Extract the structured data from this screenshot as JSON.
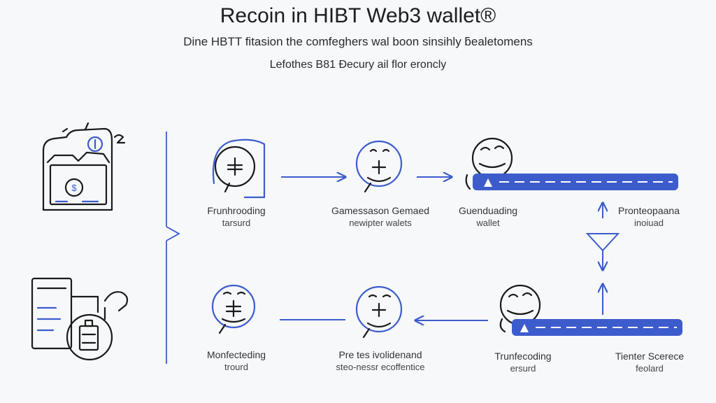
{
  "header": {
    "title": "Recoin in HIBT Web3 wallet®",
    "subtitle": "Dine HBTT fitasion the comfeghers wal boon sinsihly ƃealetomens",
    "subtitle2": "Lefothes B81 Ðecury ail flor eroncly"
  },
  "steps": [
    {
      "id": "top-1",
      "line1": "Frunhrooding",
      "line2": "tarsurd",
      "icon": "wallet-plus-face-icon"
    },
    {
      "id": "top-2",
      "line1": "Gamessason Gemaed",
      "line2": "newipter walets",
      "icon": "smile-plus-face-icon"
    },
    {
      "id": "top-3",
      "line1": "Guenduading",
      "line2": "wallet",
      "icon": "smiling-face-icon"
    },
    {
      "id": "top-4",
      "line1": "Pronteopaana",
      "line2": "inoiuad",
      "icon": ""
    },
    {
      "id": "bot-1",
      "line1": "Monfecteding",
      "line2": "trourd",
      "icon": "smile-plus-face-icon"
    },
    {
      "id": "bot-2",
      "line1": "Pre tes ivolidenand",
      "line2": "steo-nessr ecoffentice",
      "icon": "smile-plus-face-icon"
    },
    {
      "id": "bot-3",
      "line1": "Trunfecoding",
      "line2": "ersurd",
      "icon": "smiling-face-icon"
    },
    {
      "id": "bot-4",
      "line1": "Tienter Scerece",
      "line2": "feolard",
      "icon": ""
    }
  ],
  "bars": [
    {
      "id": "bar-top",
      "icon": "warning-icon"
    },
    {
      "id": "bar-bottom",
      "icon": "warning-icon"
    }
  ],
  "colors": {
    "accent": "#3d5ccc",
    "ink": "#1a1a1a"
  }
}
